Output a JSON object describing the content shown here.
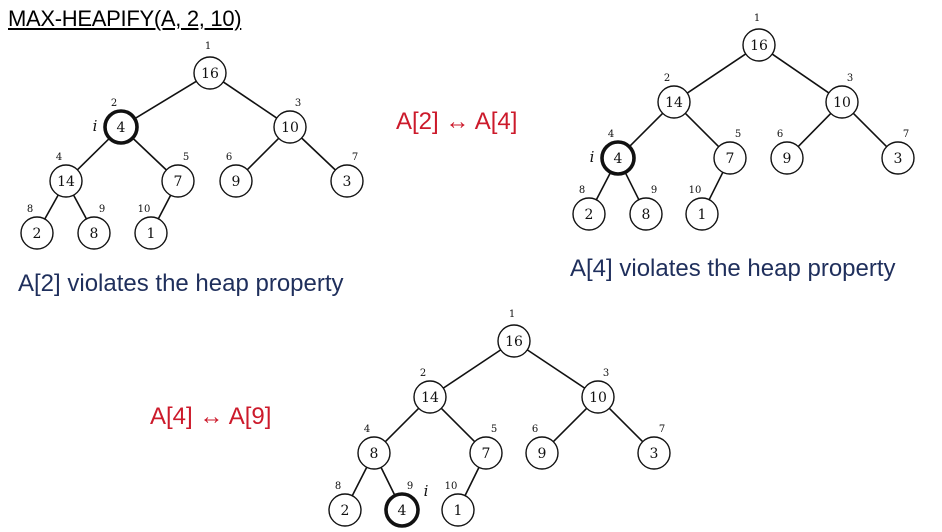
{
  "title": "MAX-HEAPIFY(A, 2, 10)",
  "captions": [
    "A[2] violates the heap property",
    "A[4] violates the heap property"
  ],
  "swaps": [
    "A[2] ↔ A[4]",
    "A[4] ↔ A[9]"
  ],
  "pointer_label": "i",
  "trees": [
    {
      "name": "tree-before",
      "highlight_index": 2,
      "nodes": [
        {
          "index": 1,
          "key": 16
        },
        {
          "index": 2,
          "key": 4
        },
        {
          "index": 3,
          "key": 10
        },
        {
          "index": 4,
          "key": 14
        },
        {
          "index": 5,
          "key": 7
        },
        {
          "index": 6,
          "key": 9
        },
        {
          "index": 7,
          "key": 3
        },
        {
          "index": 8,
          "key": 2
        },
        {
          "index": 9,
          "key": 8
        },
        {
          "index": 10,
          "key": 1
        }
      ]
    },
    {
      "name": "tree-after-first-swap",
      "highlight_index": 4,
      "nodes": [
        {
          "index": 1,
          "key": 16
        },
        {
          "index": 2,
          "key": 14
        },
        {
          "index": 3,
          "key": 10
        },
        {
          "index": 4,
          "key": 4
        },
        {
          "index": 5,
          "key": 7
        },
        {
          "index": 6,
          "key": 9
        },
        {
          "index": 7,
          "key": 3
        },
        {
          "index": 8,
          "key": 2
        },
        {
          "index": 9,
          "key": 8
        },
        {
          "index": 10,
          "key": 1
        }
      ]
    },
    {
      "name": "tree-after-second-swap",
      "highlight_index": 9,
      "nodes": [
        {
          "index": 1,
          "key": 16
        },
        {
          "index": 2,
          "key": 14
        },
        {
          "index": 3,
          "key": 10
        },
        {
          "index": 4,
          "key": 8
        },
        {
          "index": 5,
          "key": 7
        },
        {
          "index": 6,
          "key": 9
        },
        {
          "index": 7,
          "key": 3
        },
        {
          "index": 8,
          "key": 2
        },
        {
          "index": 9,
          "key": 4
        },
        {
          "index": 10,
          "key": 1
        }
      ]
    }
  ]
}
